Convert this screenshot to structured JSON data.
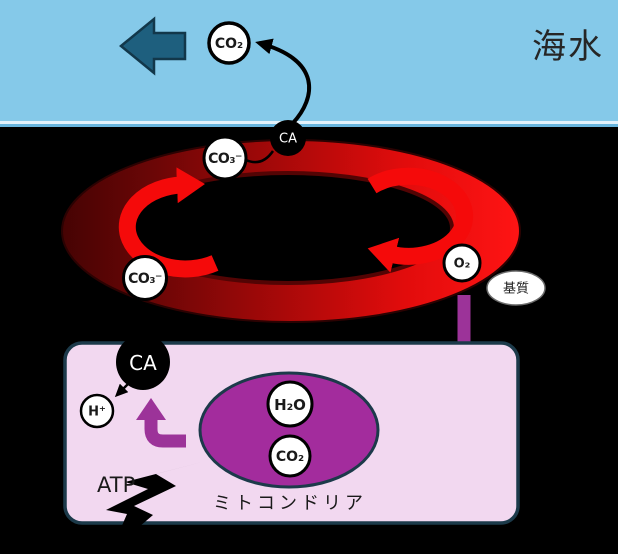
{
  "colors": {
    "sea": "#85C9E9",
    "sea_stripe_light": "#E3F2FB",
    "sea_stripe_mid": "#69B5DD",
    "background": "#000000",
    "sea_arrow_teal": "#1E5F7E",
    "sea_arrow_teal_border": "#12374A",
    "vessel_dark_red": "#460303",
    "vessel_bright_red": "#FF1414",
    "cycle_arrow_red": "#F50A0A",
    "transport_purple": "#9C3399",
    "cell_fill": "#F2D8F0",
    "cell_outline": "#1C3A4A",
    "mitochondria_fill": "#A32C9D",
    "label_dark": "#1A1A1A"
  },
  "sea": {
    "title": "海水",
    "co2": "CO₂"
  },
  "vessel": {
    "co3_top": "CO₃⁻",
    "ca": "CA",
    "co3_bottom": "CO₃⁻",
    "o2": "O₂",
    "substrate": "基質"
  },
  "cell": {
    "ca": "CA",
    "h_plus": "H⁺",
    "h2o": "H₂O",
    "co2": "CO₂",
    "atp": "ATP",
    "mitochondria": "ミトコンドリア"
  }
}
